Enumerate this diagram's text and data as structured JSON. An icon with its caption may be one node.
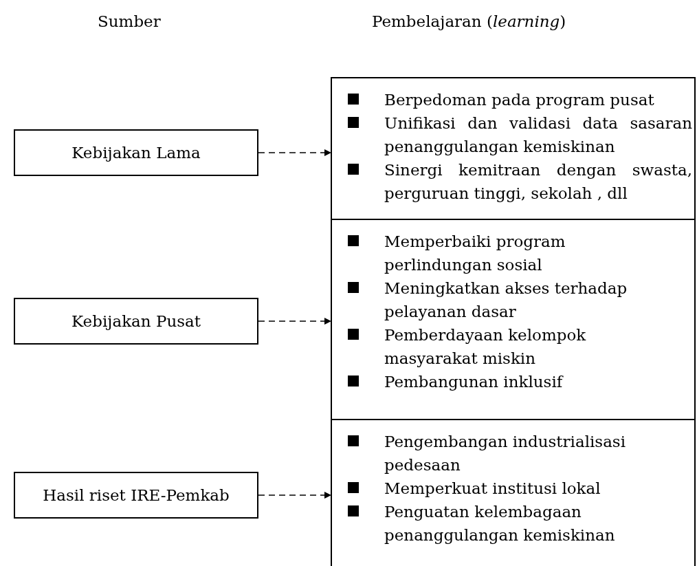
{
  "diagram": {
    "nodes": [
      {
        "text": [
          "Kebijakan Lama"
        ]
      },
      {
        "text": [
          "Berpedoman pada program pusat",
          "Unifikasi dan validasi data sasaran penanggulangan kemiskinan",
          "Sinergi kemitraan dengan swasta, perguruan tinggi, sekolah , dll"
        ]
      },
      {
        "text": [
          "Kebijakan Pusat"
        ]
      },
      {
        "text": [
          "Memperbaiki program perlindungan sosial",
          "Meningkatkan akses terhadap pelayanan dasar",
          "Pemberdayaan kelompok masyarakat miskin",
          "Pembangunan inklusif"
        ]
      },
      {
        "text": [
          "Hasil riset IRE-Pemkab"
        ]
      },
      {
        "text": [
          "Pengembangan industrialisasi pedesaan",
          "Memperkuat institusi lokal",
          "Penguatan kelembagaan penanggulangan kemiskinan"
        ]
      }
    ],
    "edges": [
      {
        "from": 0,
        "to": 1,
        "arrow": "to",
        "style": "dashed"
      },
      {
        "from": 2,
        "to": 3,
        "arrow": "to",
        "style": "dashed"
      },
      {
        "from": 4,
        "to": 5,
        "arrow": "to",
        "style": "dashed"
      }
    ],
    "labels": [
      "Sumber",
      "Pembelajaran (*learning*)"
    ]
  }
}
